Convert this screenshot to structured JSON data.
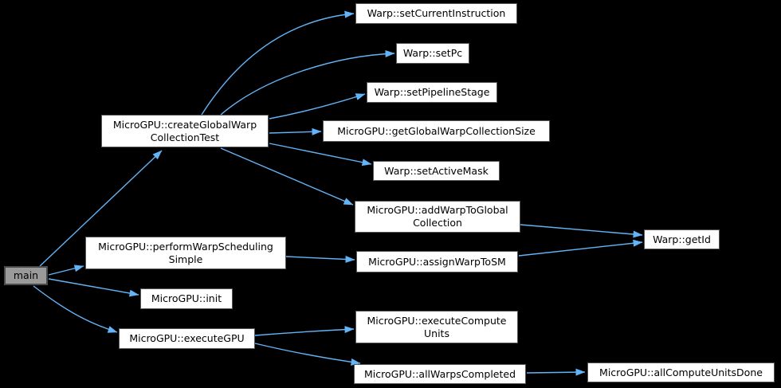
{
  "diagram": {
    "kind": "doxygen-call-graph",
    "background_color": "#000000",
    "edge_color": "#63b4f7",
    "node_fill": "#ffffff",
    "node_border_color": "#565656",
    "root_node_fill": "#9a9a9a",
    "text_color": "#000000"
  },
  "nodes": [
    {
      "id": "main",
      "label": "main",
      "role": "root"
    },
    {
      "id": "createGlobalWarpCollectionTest",
      "label": "MicroGPU::createGlobalWarp\nCollectionTest"
    },
    {
      "id": "performWarpSchedulingSimple",
      "label": "MicroGPU::performWarpScheduling\nSimple"
    },
    {
      "id": "init",
      "label": "MicroGPU::init"
    },
    {
      "id": "executeGPU",
      "label": "MicroGPU::executeGPU"
    },
    {
      "id": "setCurrentInstruction",
      "label": "Warp::setCurrentInstruction"
    },
    {
      "id": "setPc",
      "label": "Warp::setPc"
    },
    {
      "id": "setPipelineStage",
      "label": "Warp::setPipelineStage"
    },
    {
      "id": "getGlobalWarpCollectionSize",
      "label": "MicroGPU::getGlobalWarpCollectionSize"
    },
    {
      "id": "setActiveMask",
      "label": "Warp::setActiveMask"
    },
    {
      "id": "addWarpToGlobalCollection",
      "label": "MicroGPU::addWarpToGlobal\nCollection"
    },
    {
      "id": "assignWarpToSM",
      "label": "MicroGPU::assignWarpToSM"
    },
    {
      "id": "getId",
      "label": "Warp::getId"
    },
    {
      "id": "executeComputeUnits",
      "label": "MicroGPU::executeCompute\nUnits"
    },
    {
      "id": "allWarpsCompleted",
      "label": "MicroGPU::allWarpsCompleted"
    },
    {
      "id": "allComputeUnitsDone",
      "label": "MicroGPU::allComputeUnitsDone"
    }
  ],
  "edges": [
    {
      "from": "main",
      "to": "createGlobalWarpCollectionTest"
    },
    {
      "from": "main",
      "to": "performWarpSchedulingSimple"
    },
    {
      "from": "main",
      "to": "init"
    },
    {
      "from": "main",
      "to": "executeGPU"
    },
    {
      "from": "createGlobalWarpCollectionTest",
      "to": "setCurrentInstruction"
    },
    {
      "from": "createGlobalWarpCollectionTest",
      "to": "setPc"
    },
    {
      "from": "createGlobalWarpCollectionTest",
      "to": "setPipelineStage"
    },
    {
      "from": "createGlobalWarpCollectionTest",
      "to": "getGlobalWarpCollectionSize"
    },
    {
      "from": "createGlobalWarpCollectionTest",
      "to": "setActiveMask"
    },
    {
      "from": "createGlobalWarpCollectionTest",
      "to": "addWarpToGlobalCollection"
    },
    {
      "from": "performWarpSchedulingSimple",
      "to": "assignWarpToSM"
    },
    {
      "from": "addWarpToGlobalCollection",
      "to": "getId"
    },
    {
      "from": "assignWarpToSM",
      "to": "getId"
    },
    {
      "from": "executeGPU",
      "to": "executeComputeUnits"
    },
    {
      "from": "executeGPU",
      "to": "allWarpsCompleted"
    },
    {
      "from": "allWarpsCompleted",
      "to": "allComputeUnitsDone"
    }
  ]
}
